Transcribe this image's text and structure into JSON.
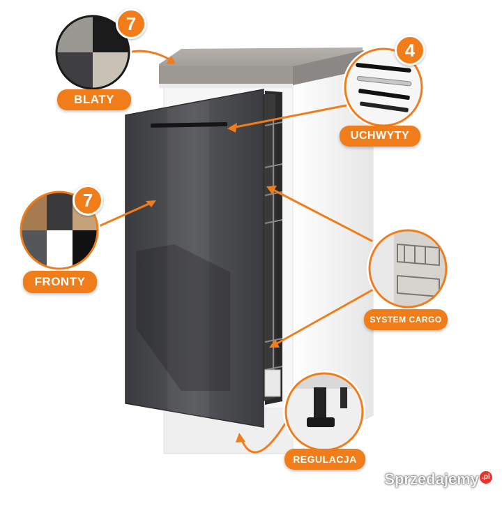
{
  "callouts": {
    "countertops": {
      "label": "BLATY",
      "count": "7"
    },
    "handles": {
      "label": "UCHWYTY",
      "count": "4"
    },
    "fronts": {
      "label": "FRONTY",
      "count": "7"
    },
    "cargo": {
      "label": "SYSTEM CARGO"
    },
    "adjustment": {
      "label": "REGULACJA"
    }
  },
  "watermark": {
    "text": "Sprzedajemy",
    "suffix": ".pl"
  },
  "colors": {
    "accent": "#f07d1a",
    "front": "#4a4b4e",
    "carcass": "#f2f2f2",
    "countertop": "#a9a6a1"
  }
}
